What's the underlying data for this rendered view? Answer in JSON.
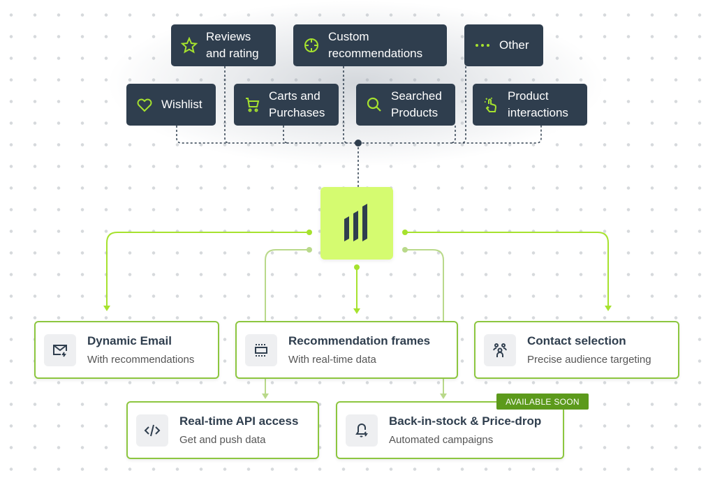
{
  "sources": [
    {
      "label": "Reviews and rating",
      "icon": "star-icon"
    },
    {
      "label": "Custom recommendations",
      "icon": "crosshair-icon"
    },
    {
      "label": "Other",
      "icon": "more-dots-icon"
    },
    {
      "label": "Wishlist",
      "icon": "heart-icon"
    },
    {
      "label": "Carts and Purchases",
      "icon": "cart-icon"
    },
    {
      "label": "Searched Products",
      "icon": "search-icon"
    },
    {
      "label": "Product interactions",
      "icon": "tap-hand-icon"
    }
  ],
  "hub": {
    "icon": "bar-logo-icon"
  },
  "outputs": [
    {
      "title": "Dynamic Email",
      "subtitle": "With recommendations",
      "icon": "email-icon"
    },
    {
      "title": "Recommendation frames",
      "subtitle": "With real-time data",
      "icon": "frame-icon"
    },
    {
      "title": "Contact selection",
      "subtitle": "Precise audience targeting",
      "icon": "audience-icon"
    },
    {
      "title": "Real-time API access",
      "subtitle": "Get and push data",
      "icon": "code-icon"
    },
    {
      "title": "Back-in-stock & Price-drop",
      "subtitle": "Automated campaigns",
      "icon": "bell-icon"
    }
  ],
  "badge": "AVAILABLE SOON",
  "colors": {
    "chip": "#2f3e4e",
    "accent": "#a6e22e",
    "hub": "#d5fb70",
    "badge": "#5c9a1c"
  }
}
